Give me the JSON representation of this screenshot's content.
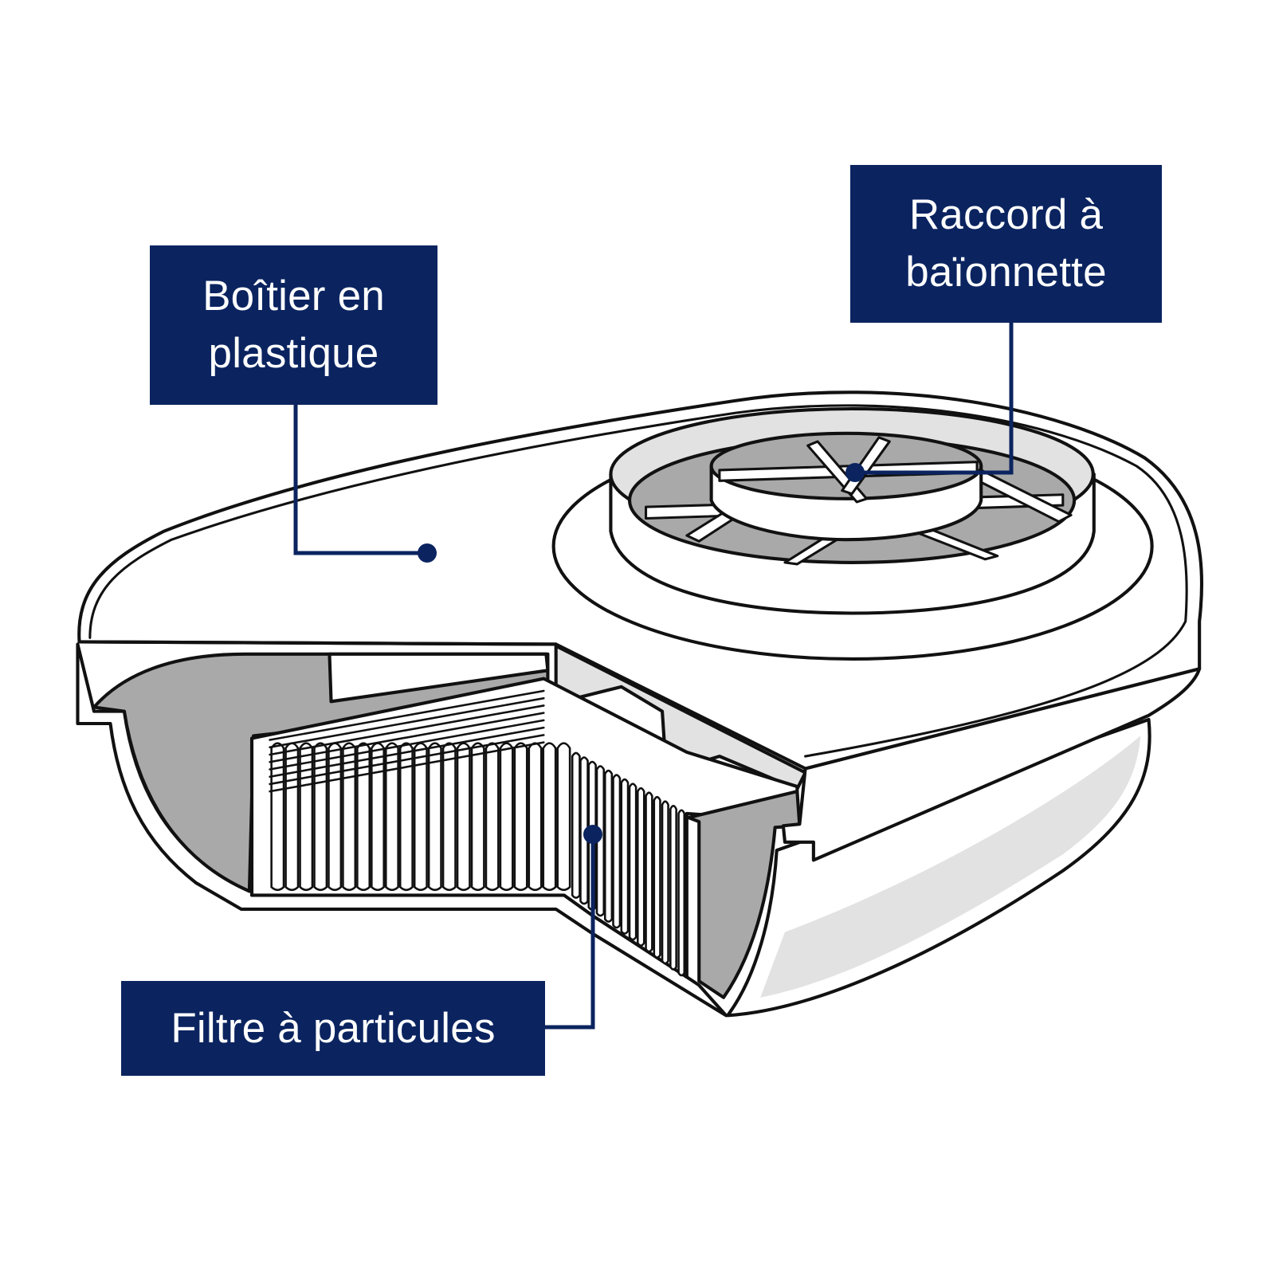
{
  "title": "Cartouche filtrante – vue en coupe",
  "colors": {
    "label_bg": "#0b2460",
    "label_text": "#ffffff",
    "leader": "#0b2460",
    "cut_grey": "#a9a9a9",
    "light_grey": "#e2e2e2",
    "outline": "#111111"
  },
  "labels": {
    "housing": {
      "line1": "Boîtier en",
      "line2": "plastique"
    },
    "bayonet": {
      "line1": "Raccord à",
      "line2": "baïonnette"
    },
    "filter": {
      "line1": "Filtre à particules"
    }
  }
}
